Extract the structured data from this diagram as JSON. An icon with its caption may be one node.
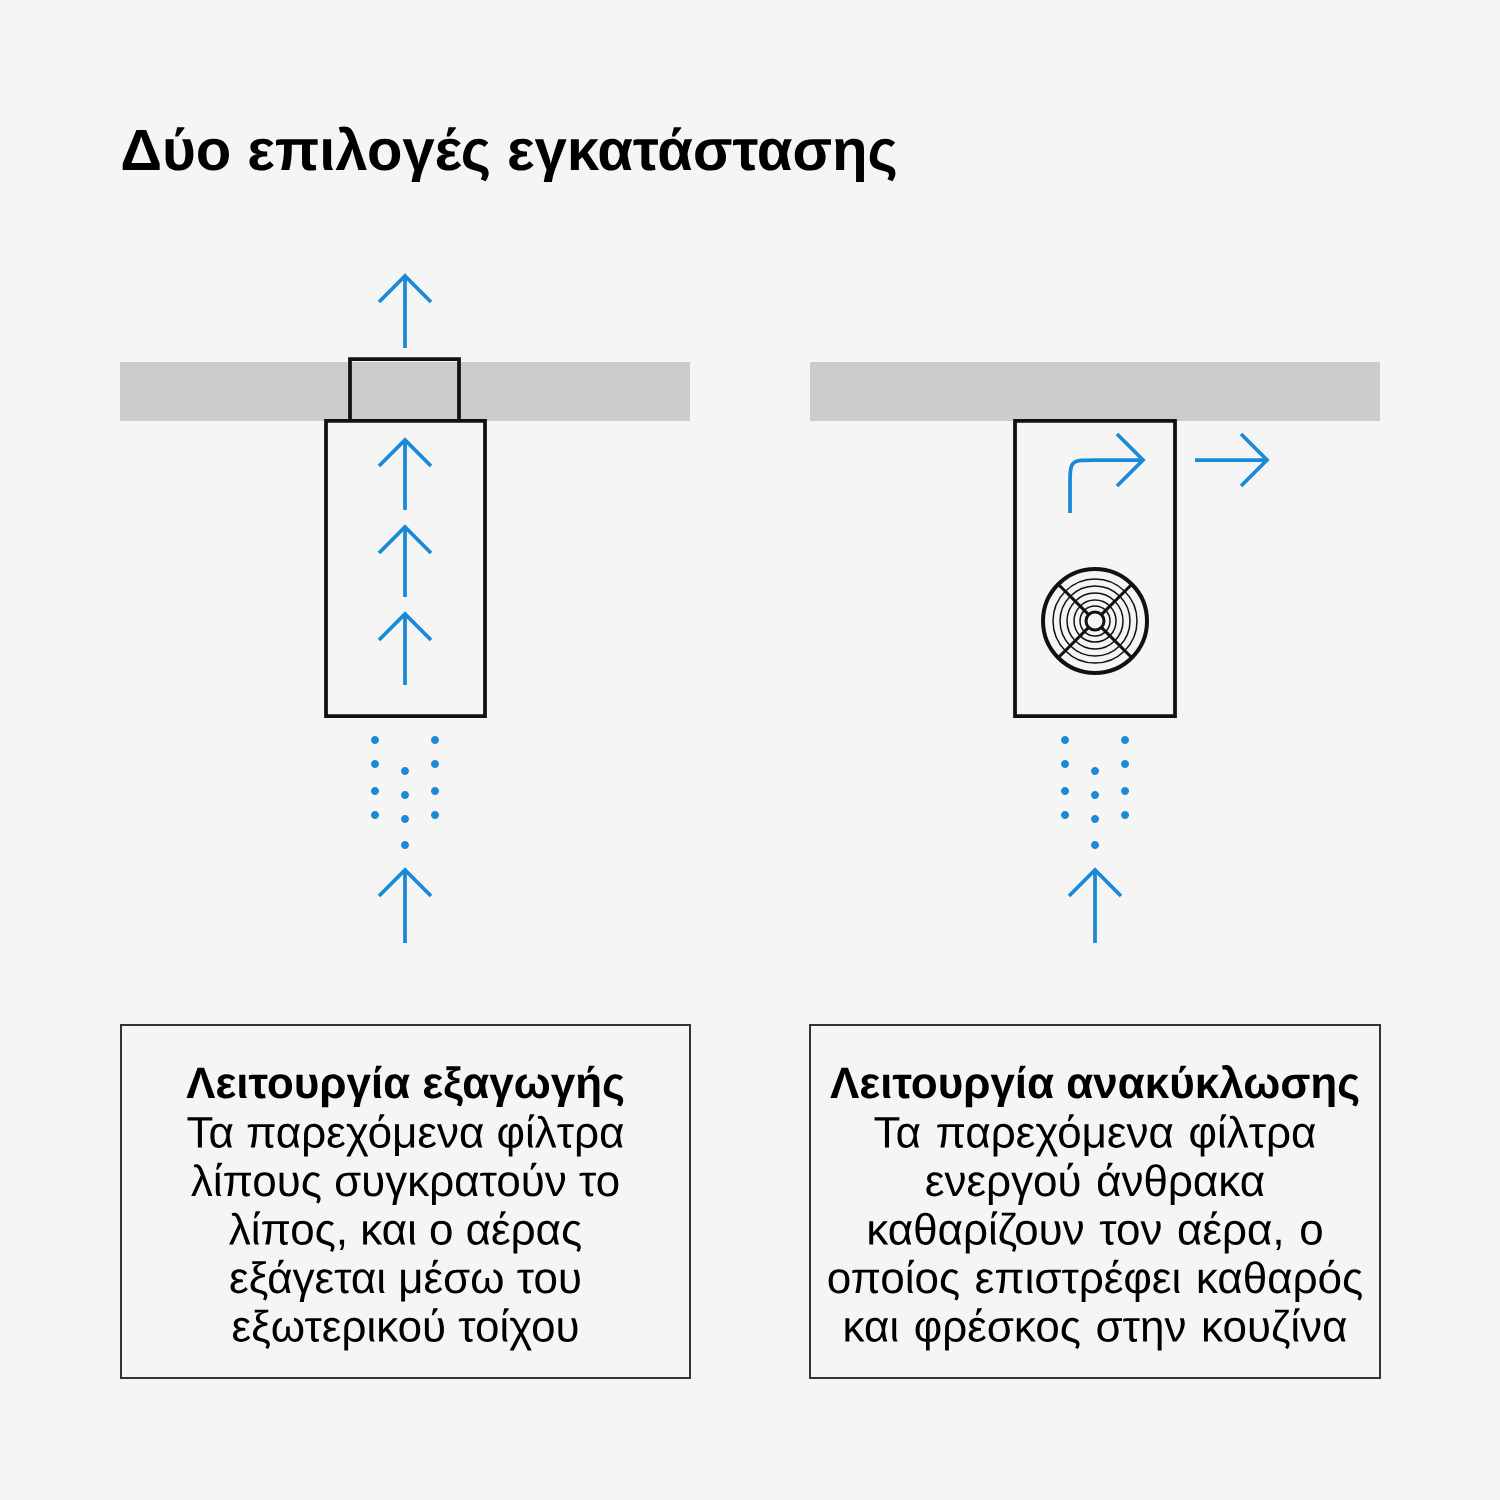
{
  "diagram": {
    "title": "Δύο επιλογές εγκατάστασης",
    "nodes": [
      {
        "text": [],
        "shape": "bar"
      },
      {
        "text": [],
        "shape": "bar"
      },
      {
        "text": [],
        "shape": "box"
      },
      {
        "text": [],
        "shape": "box"
      },
      {
        "text": [
          "Λειτουργία εξαγωγής",
          "Τα παρεχόμενα φίλτρα λίπους συγκρατούν το λίπος, και ο αέρας εξάγεται μέσω του εξωτερικού τοίχου"
        ]
      },
      {
        "text": [
          "Λειτουργία ανακύκλωσης",
          "Τα παρεχόμενα φίλτρα ενεργού άνθρακα καθαρίζουν τον αέρα, ο οποίος επιστρέφει καθαρός και φρέσκος στην κουζίνα"
        ]
      }
    ]
  }
}
